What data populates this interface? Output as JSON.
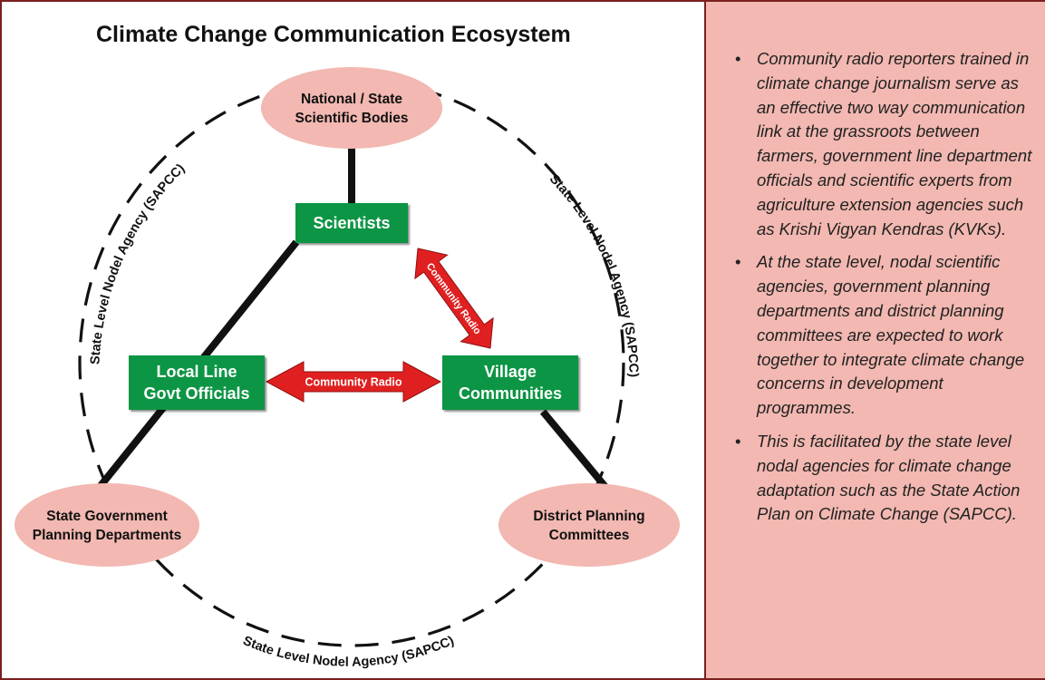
{
  "diagram": {
    "title": "Climate Change Communication Ecosystem",
    "nodes": {
      "national": {
        "line1": "National / State",
        "line2": "Scientific Bodies"
      },
      "state_gov": {
        "line1": "State Government",
        "line2": "Planning Departments"
      },
      "district": {
        "line1": "District Planning",
        "line2": "Committees"
      },
      "scientists": {
        "label": "Scientists"
      },
      "local_line": {
        "line1": "Local Line",
        "line2": "Govt Officials"
      },
      "village": {
        "line1": "Village",
        "line2": "Communities"
      }
    },
    "arrow_labels": {
      "horizontal": "Community Radio",
      "diagonal": "Community Radio"
    },
    "circle_labels": {
      "left": "State Level Nodel Agency (SAPCC)",
      "right": "State Level Nodel Agency (SAPCC)",
      "bottom": "State Level Nodel Agency (SAPCC)"
    },
    "colors": {
      "ellipse_fill": "#f2b8b1",
      "box_fill": "#0c9544",
      "arrow_fill": "#e02020",
      "line": "#111111"
    }
  },
  "panel": {
    "bullet": "•",
    "items": [
      "Community radio reporters trained in climate change journalism serve as an effective two way communication link at the grassroots between farmers, government line department officials and scientific experts from agriculture extension agencies such as Krishi Vigyan Kendras (KVKs).",
      "At the state level, nodal scientific agencies, government planning departments and district planning committees are expected to work together to integrate climate change concerns in development programmes.",
      "This is facilitated by the state level nodal agencies for climate change adaptation such as the State Action Plan on Climate Change (SAPCC)."
    ]
  }
}
